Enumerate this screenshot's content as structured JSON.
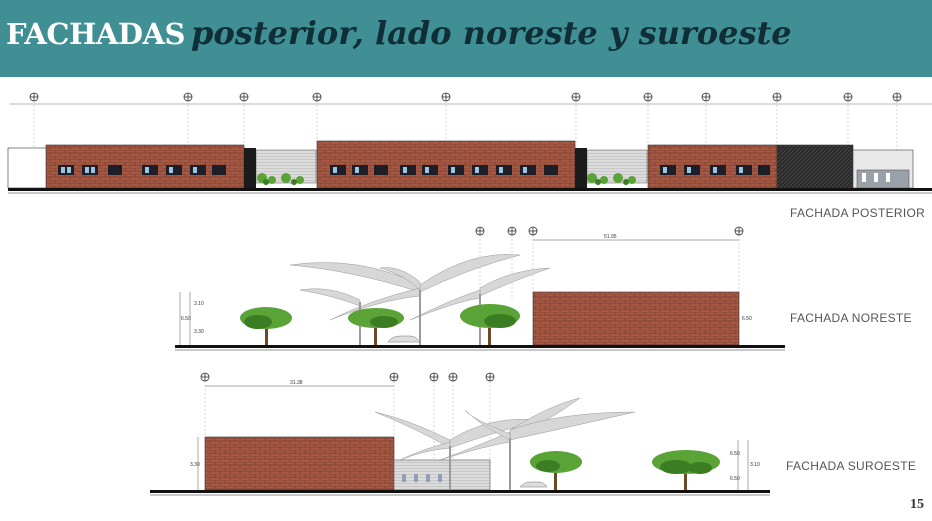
{
  "header": {
    "title_lead": "FACHADAS",
    "title_rest": "posterior, lado noreste y suroeste",
    "background_color": "#3f8f95"
  },
  "elevations": [
    {
      "label": "FACHADA POSTERIOR"
    },
    {
      "label": "FACHADA NORESTE"
    },
    {
      "label": "FACHADA SUROESTE"
    }
  ],
  "dimensions": {
    "noreste_span": "51.95",
    "suroeste_span": "31.38",
    "heights": [
      "3.10",
      "6.50",
      "3.30",
      "6.50",
      "3.30",
      "6.50",
      "3.10",
      "6.50"
    ]
  },
  "colors": {
    "brick": "#a65843",
    "brick_dark": "#7d3e2e",
    "tree": "#5aa337",
    "tree_dark": "#3b7d22",
    "canopy": "#d4d4d4",
    "ground": "#111111"
  },
  "page": {
    "number": "15"
  }
}
